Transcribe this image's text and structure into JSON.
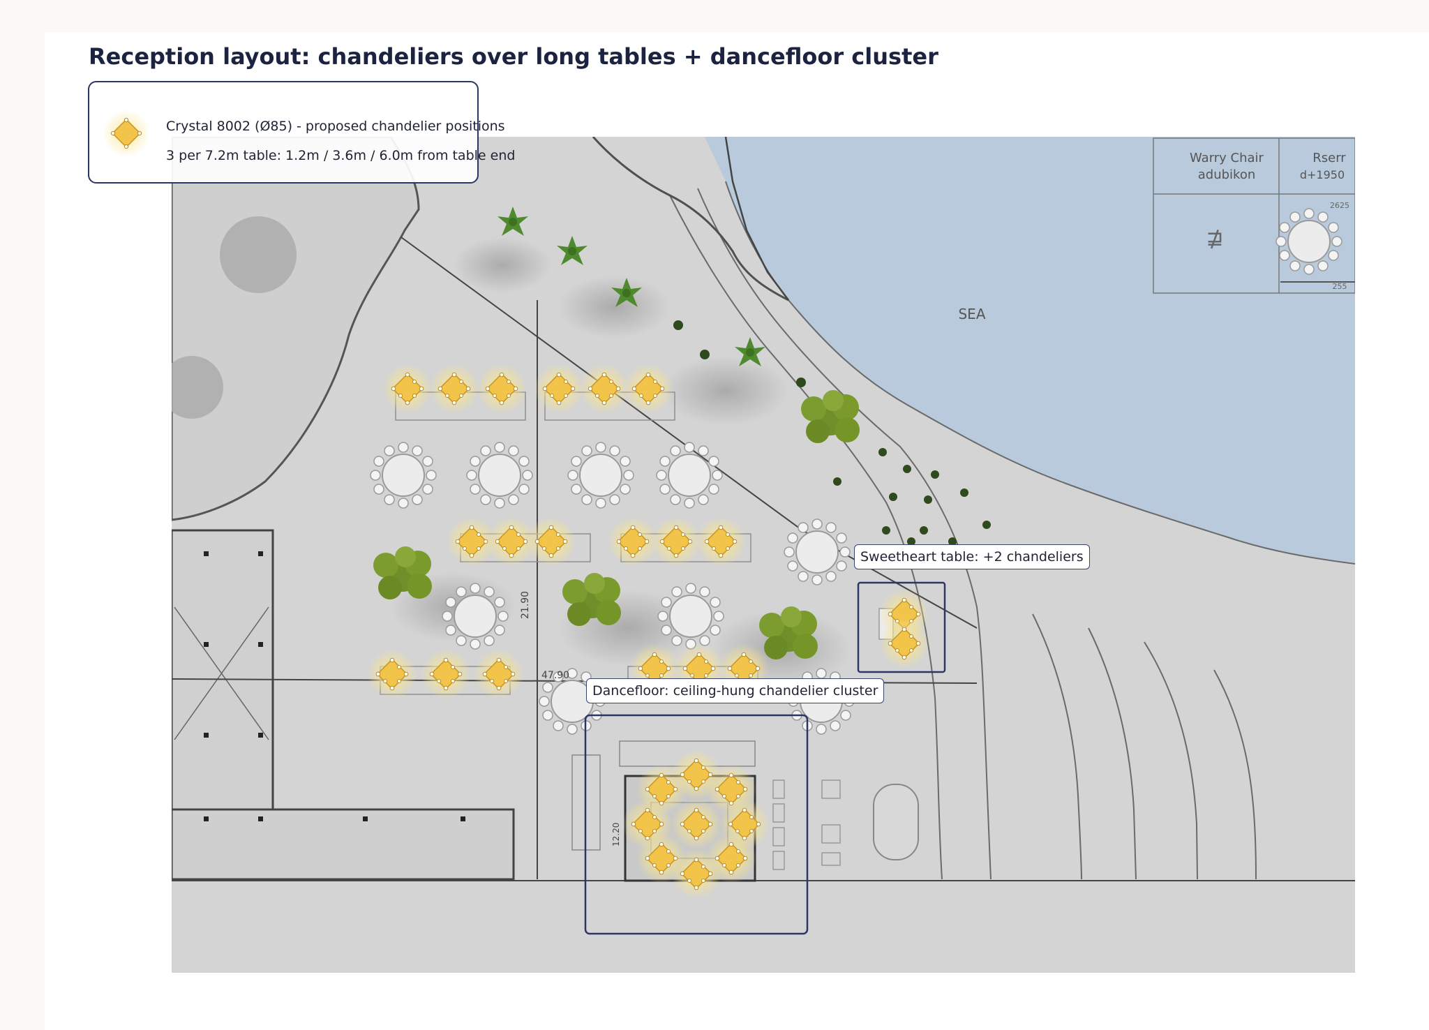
{
  "title": "Reception layout: chandeliers over long tables + dancefloor cluster",
  "legend": {
    "symbol_icon": "chandelier-diamond-icon",
    "line1": "Crystal 8002 (Ø85) - proposed chandelier positions",
    "line2": "3 per 7.2m table: 1.2m / 3.6m / 6.0m from table end"
  },
  "callouts": {
    "sweetheart": "Sweetheart table: +2 chandeliers",
    "dancefloor": "Dancefloor: ceiling-hung chandelier cluster"
  },
  "plan_labels": {
    "sea": "SEA",
    "dim_vertical": "21.90",
    "dim_horizontal": "47.90",
    "dim_small": "12.20",
    "table_header_1": [
      "Warry Chair",
      "adubikon"
    ],
    "table_header_2": [
      "Rserr",
      "d+1950"
    ],
    "table_glyph": "⋣",
    "table_dims": [
      "2625",
      "255"
    ]
  },
  "colors": {
    "title": "#1b2340",
    "frame": "#2b3566",
    "chandelier": "#f2c54a",
    "glow": "#fbeaa0",
    "sea": "#b6c9dc",
    "ground": "#d5d5d5"
  }
}
